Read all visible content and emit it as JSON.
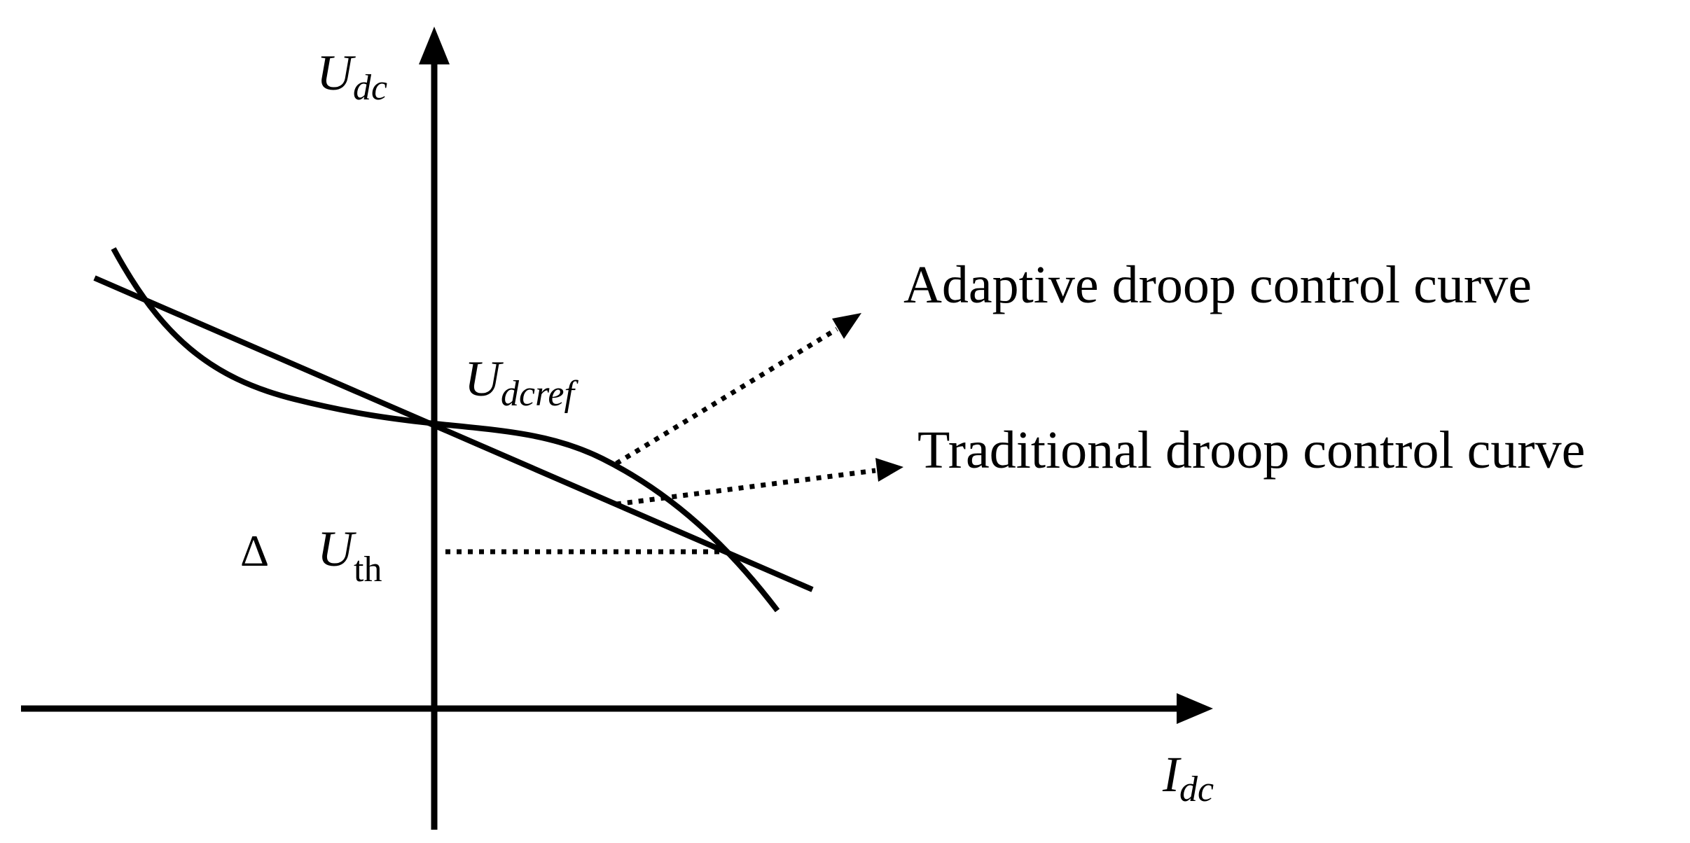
{
  "axes": {
    "y_label_main": "U",
    "y_label_sub": "dc",
    "x_label_main": "I",
    "x_label_sub": "dc"
  },
  "labels": {
    "udcref_main": "U",
    "udcref_sub": "dcref",
    "delta_symbol": "Δ",
    "uth_main": "U",
    "uth_sub": "th",
    "adaptive_curve": "Adaptive droop control curve",
    "traditional_curve": "Traditional droop control curve"
  },
  "colors": {
    "ink": "#000000",
    "background": "#ffffff"
  }
}
